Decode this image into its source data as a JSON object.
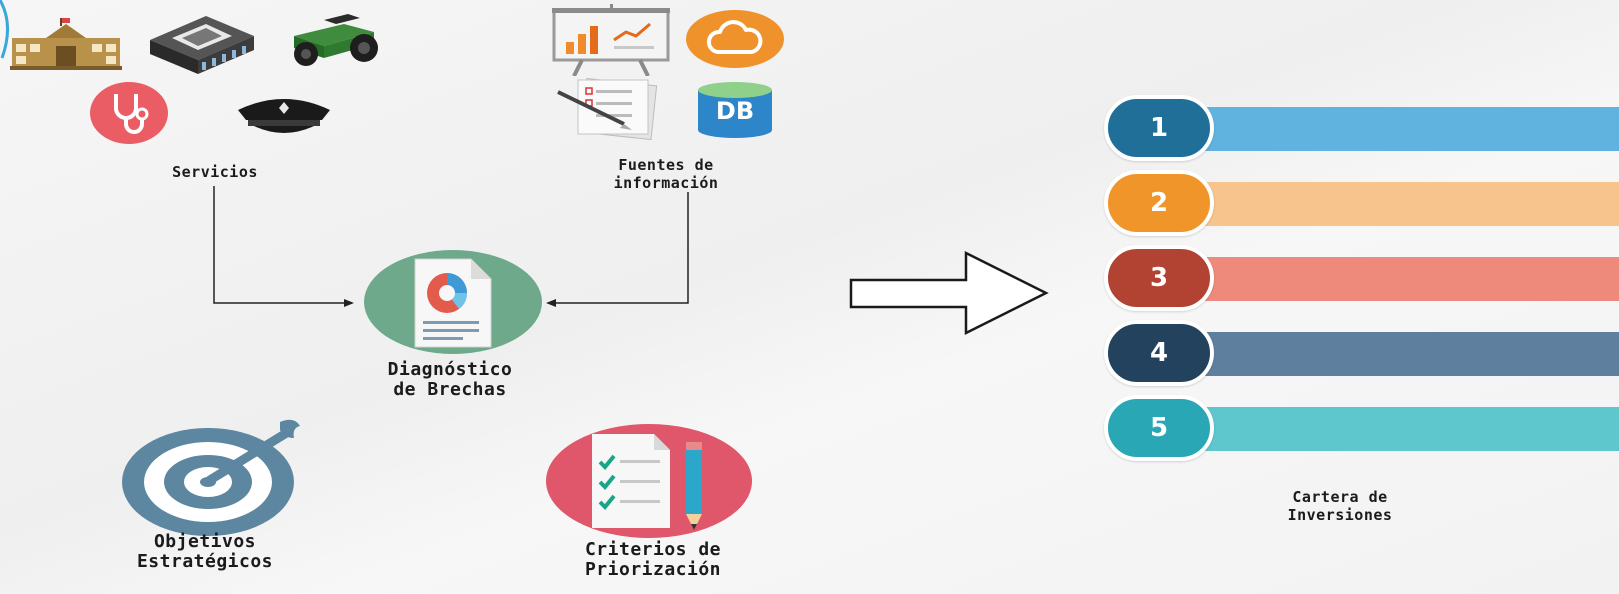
{
  "nodes": {
    "servicios": "Servicios",
    "fuentes_line1": "Fuentes de",
    "fuentes_line2": "información",
    "diagnostico_line1": "Diagnóstico",
    "diagnostico_line2": "de Brechas",
    "objetivos_line1": "Objetivos",
    "objetivos_line2": "Estratégicos",
    "criterios_line1": "Criterios de",
    "criterios_line2": "Priorización",
    "cartera_line1": "Cartera de",
    "cartera_line2": "Inversiones"
  },
  "db_label": "DB",
  "cartera": [
    {
      "number": "1",
      "circle_color": "#1f6f99",
      "bar_color": "#5fb3de"
    },
    {
      "number": "2",
      "circle_color": "#f0952a",
      "bar_color": "#f6c48c"
    },
    {
      "number": "3",
      "circle_color": "#b24232",
      "bar_color": "#ee8a7c"
    },
    {
      "number": "4",
      "circle_color": "#23425e",
      "bar_color": "#5f7f9e"
    },
    {
      "number": "5",
      "circle_color": "#2aa7b5",
      "bar_color": "#5ec6cd"
    }
  ],
  "colors": {
    "diagnostico_circle": "#6ea98c",
    "objetivos_target": "#5d86a0",
    "criterios_circle": "#e0566a",
    "connector": "#222222"
  }
}
